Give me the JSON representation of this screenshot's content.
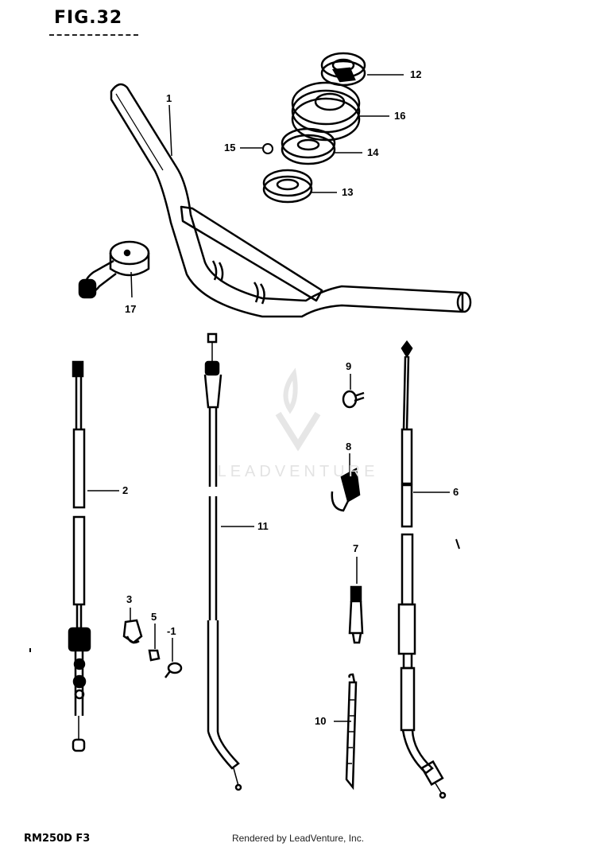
{
  "header": {
    "figure_label": "FIG.32"
  },
  "footer": {
    "model_code": "RM250D  F3",
    "rendered_by": "Rendered by LeadVenture, Inc."
  },
  "watermark": {
    "text": "LEADVENTURE"
  },
  "callouts": {
    "p1": "1",
    "p2": "2",
    "p3": "3",
    "p4": "-1",
    "p5": "5",
    "p6": "6",
    "p7": "7",
    "p8": "8",
    "p9": "9",
    "p10": "10",
    "p11": "11",
    "p12": "12",
    "p13": "13",
    "p14": "14",
    "p15": "15",
    "p16": "16",
    "p17": "17"
  }
}
